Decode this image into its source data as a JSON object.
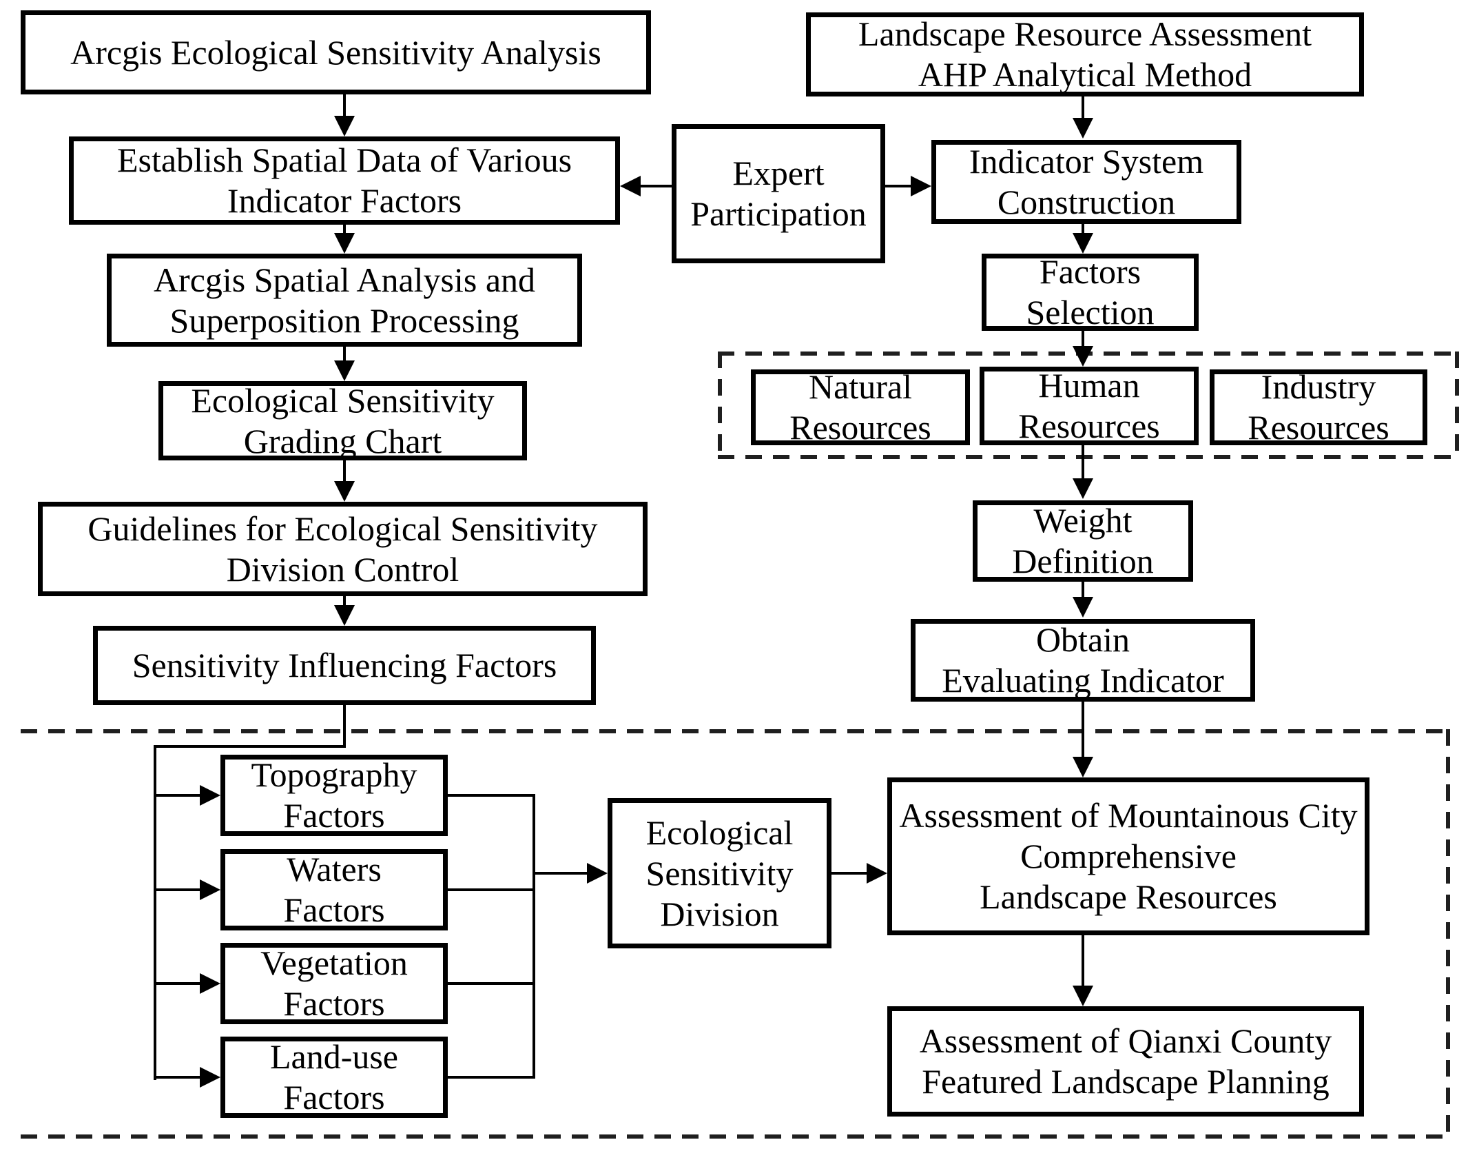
{
  "diagram": {
    "type": "flowchart",
    "colors": {
      "ink": "#000000",
      "background": "#ffffff",
      "dash": "#1f1f1f"
    }
  },
  "nodes": {
    "arcgis_analysis": {
      "lines": [
        "Arcgis Ecological Sensitivity Analysis"
      ]
    },
    "establish_spatial": {
      "lines": [
        "Establish Spatial Data of Various",
        "Indicator Factors"
      ]
    },
    "expert": {
      "lines": [
        "Expert",
        "Participation"
      ]
    },
    "landscape_ahp": {
      "lines": [
        "Landscape Resource Assessment",
        "AHP Analytical Method"
      ]
    },
    "indicator_system": {
      "lines": [
        "Indicator System",
        "Construction"
      ]
    },
    "spatial_processing": {
      "lines": [
        "Arcgis Spatial Analysis and",
        "Superposition Processing"
      ]
    },
    "factors_selection": {
      "lines": [
        "Factors",
        "Selection"
      ]
    },
    "grading_chart": {
      "lines": [
        "Ecological Sensitivity",
        "Grading Chart"
      ]
    },
    "natural_resources": {
      "lines": [
        "Natural",
        "Resources"
      ]
    },
    "human_resources": {
      "lines": [
        "Human",
        "Resources"
      ]
    },
    "industry_resources": {
      "lines": [
        "Industry",
        "Resources"
      ]
    },
    "guidelines": {
      "lines": [
        "Guidelines for Ecological Sensitivity",
        "Division Control"
      ]
    },
    "weight_definition": {
      "lines": [
        "Weight",
        "Definition"
      ]
    },
    "sensitivity_factors": {
      "lines": [
        "Sensitivity Influencing Factors"
      ]
    },
    "obtain_indicator": {
      "lines": [
        "Obtain",
        "Evaluating Indicator"
      ]
    },
    "topography_factors": {
      "lines": [
        "Topography",
        "Factors"
      ]
    },
    "waters_factors": {
      "lines": [
        "Waters",
        "Factors"
      ]
    },
    "vegetation_factors": {
      "lines": [
        "Vegetation",
        "Factors"
      ]
    },
    "landuse_factors": {
      "lines": [
        "Land-use",
        "Factors"
      ]
    },
    "eco_division": {
      "lines": [
        "Ecological",
        "Sensitivity",
        "Division"
      ]
    },
    "assessment_city": {
      "lines": [
        "Assessment of Mountainous City",
        "Comprehensive",
        "Landscape Resources"
      ]
    },
    "assessment_qianxi": {
      "lines": [
        "Assessment of Qianxi County",
        "Featured Landscape Planning"
      ]
    }
  }
}
